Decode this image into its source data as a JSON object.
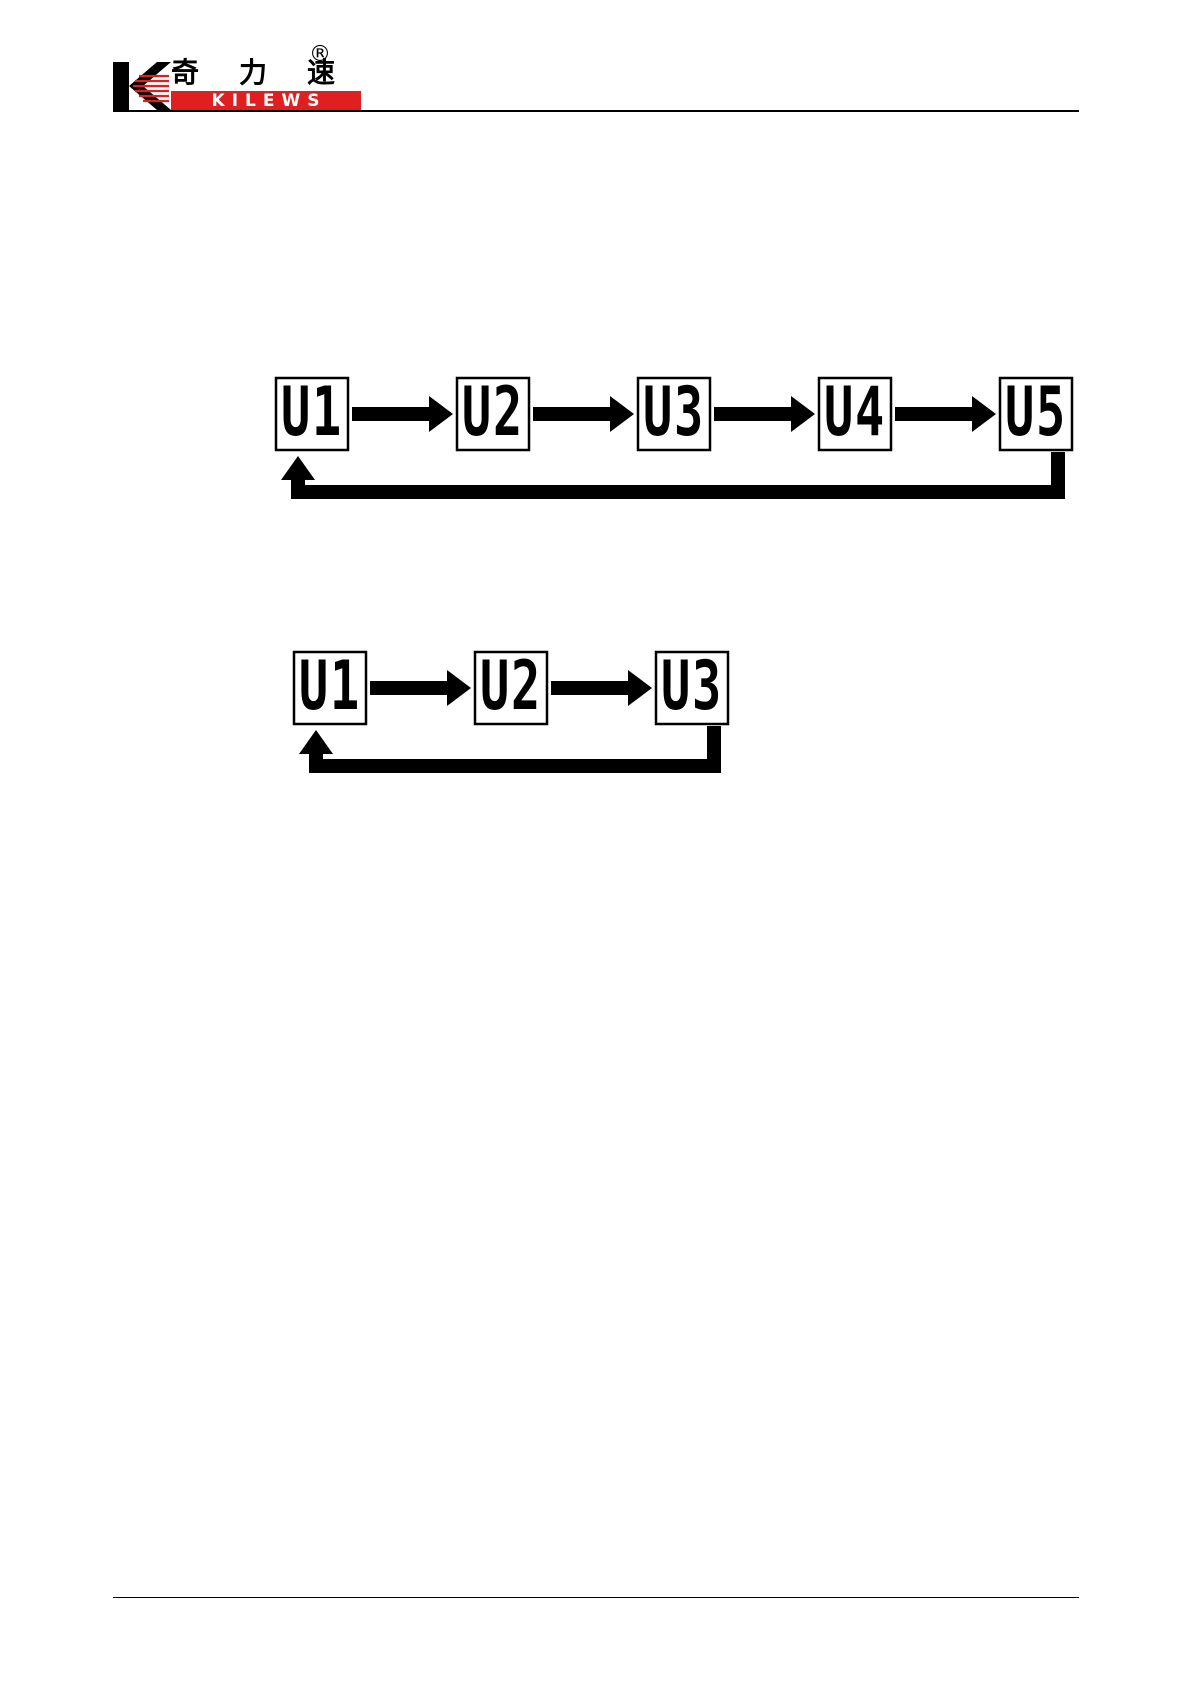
{
  "header": {
    "logo_cn": [
      "奇",
      "力",
      "速"
    ],
    "logo_en": "KILEWS",
    "registered": "®",
    "brand_color": "#e02020"
  },
  "diagrams": [
    {
      "units": [
        "U1",
        "U2",
        "U3",
        "U4",
        "U5"
      ],
      "loop": "last-to-first"
    },
    {
      "units": [
        "U1",
        "U2",
        "U3"
      ],
      "loop": "last-to-first"
    }
  ]
}
